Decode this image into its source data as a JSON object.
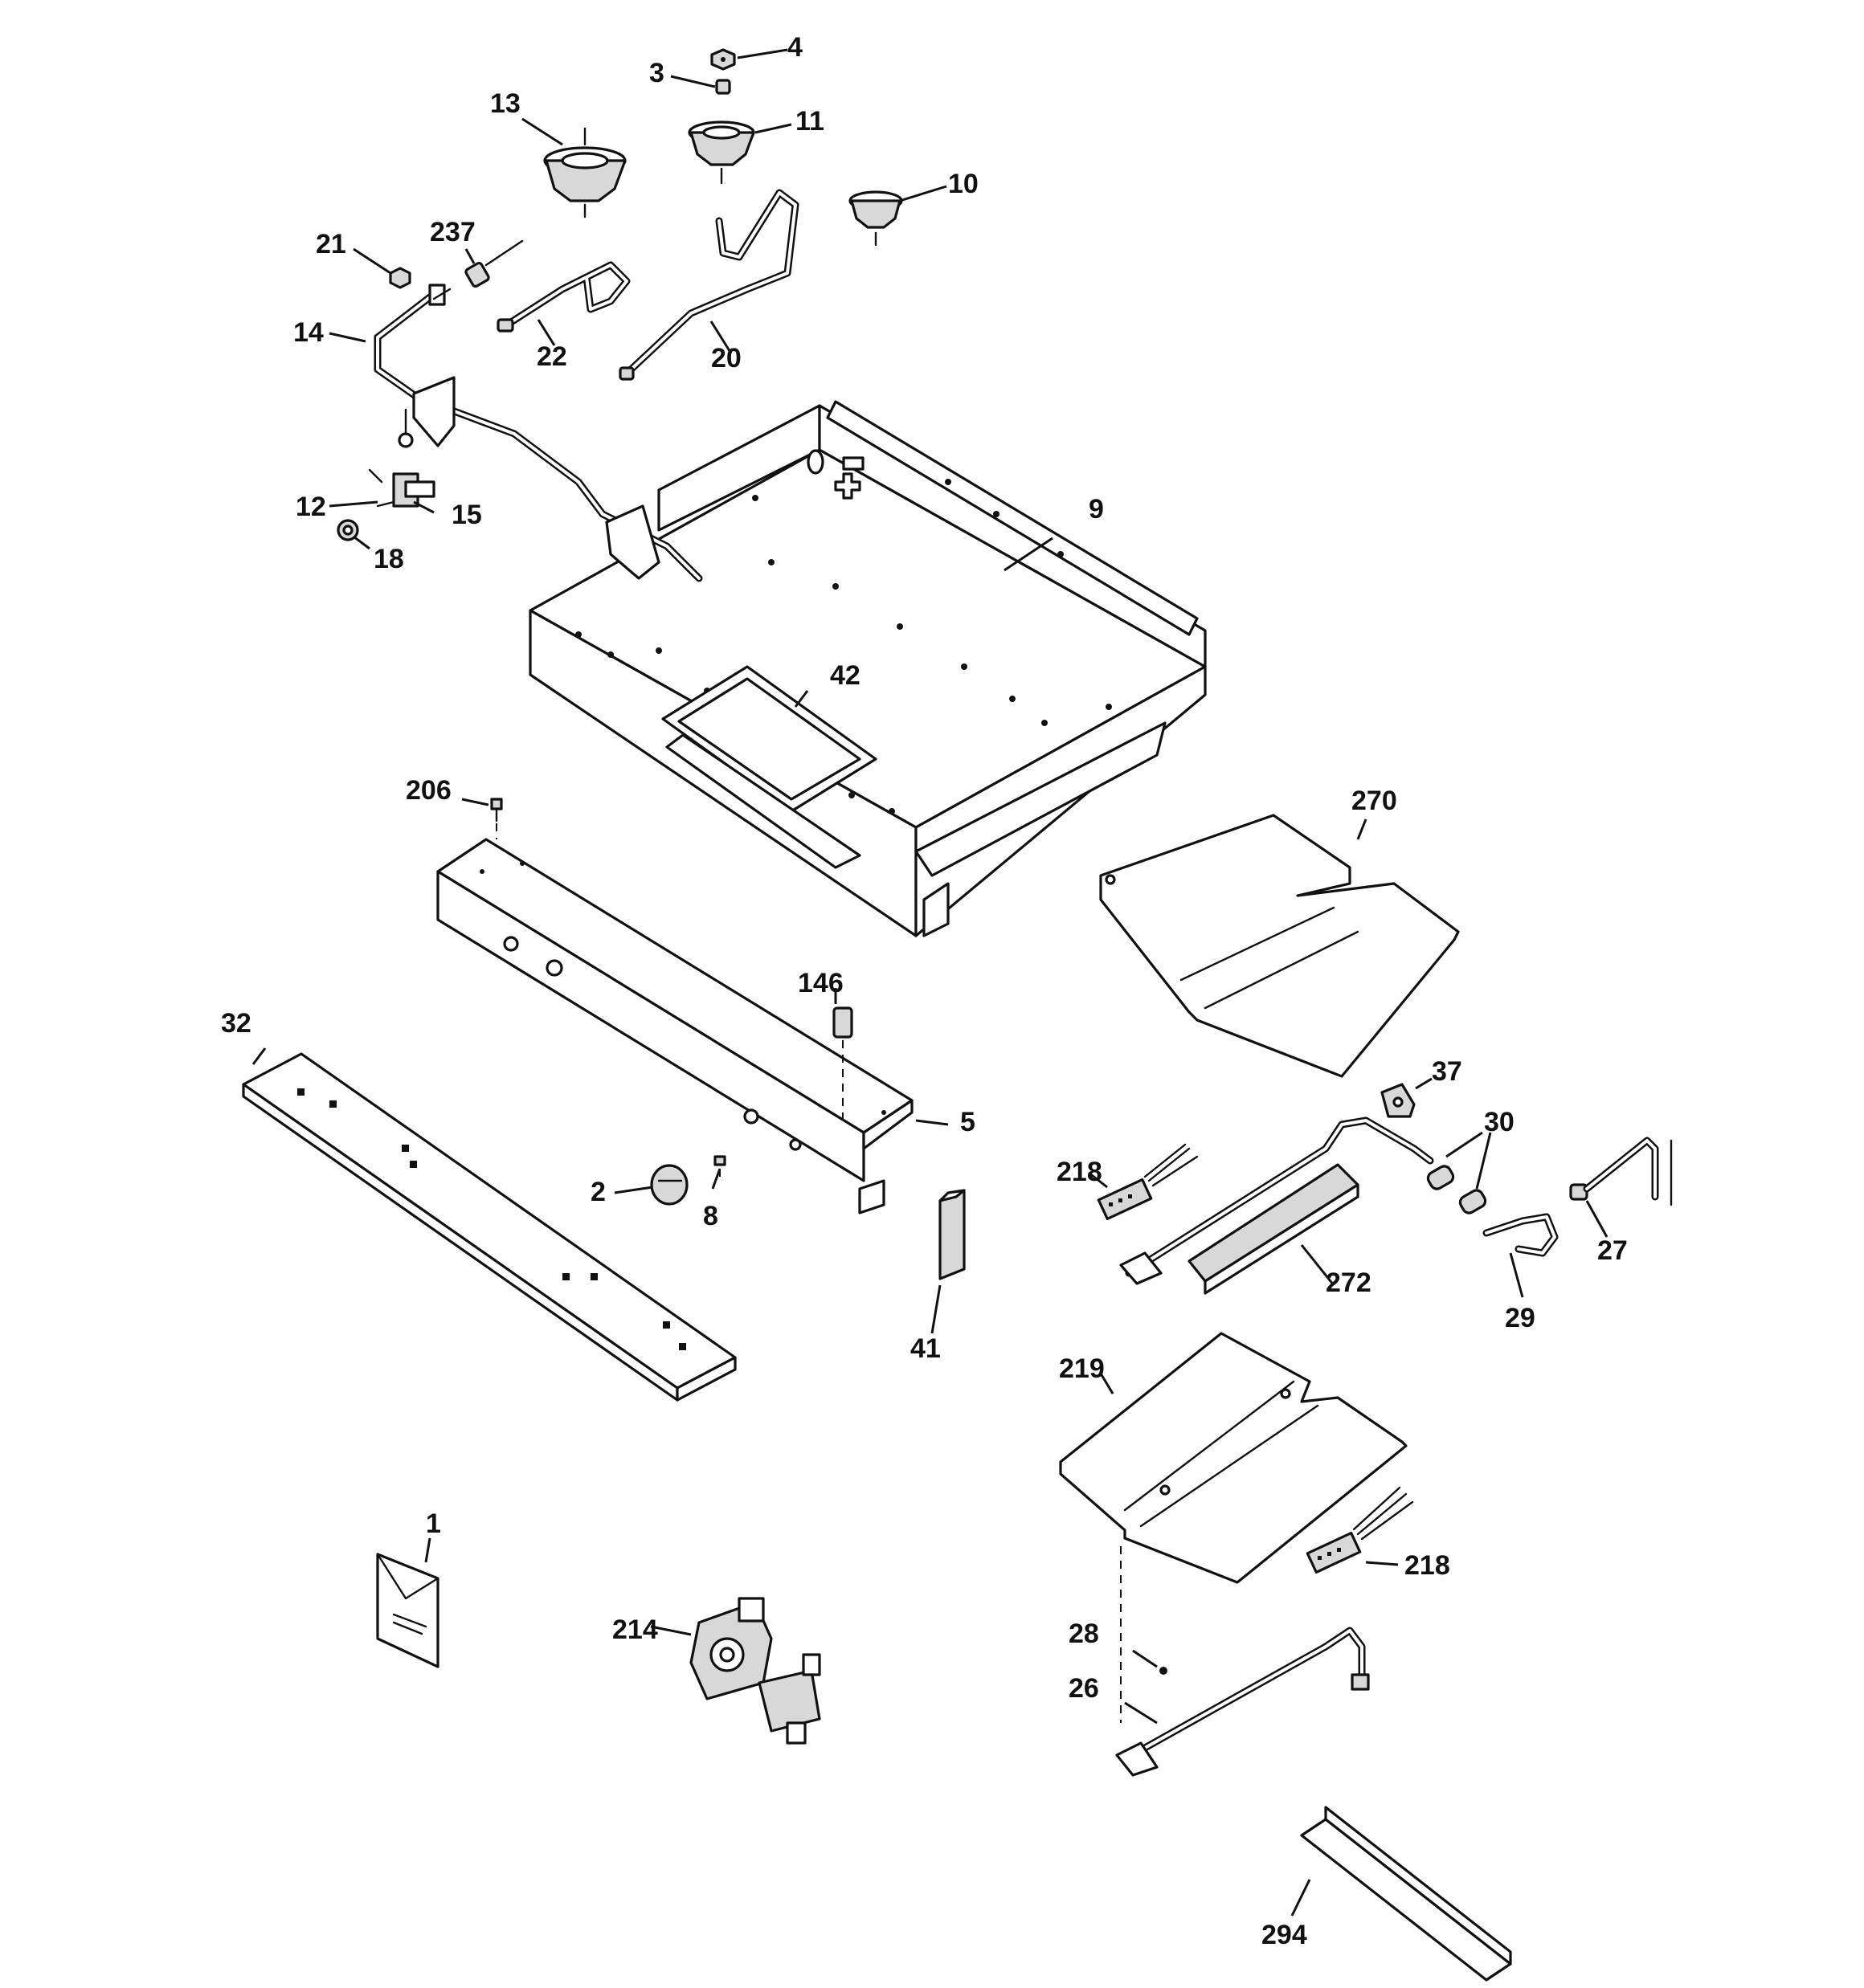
{
  "labels": {
    "p1": "1",
    "p2": "2",
    "p3": "3",
    "p4": "4",
    "p5": "5",
    "p8": "8",
    "p9": "9",
    "p10": "10",
    "p11": "11",
    "p12": "12",
    "p13": "13",
    "p14": "14",
    "p15": "15",
    "p18": "18",
    "p20": "20",
    "p21": "21",
    "p22": "22",
    "p26": "26",
    "p27": "27",
    "p28": "28",
    "p29": "29",
    "p30": "30",
    "p32": "32",
    "p37": "37",
    "p41": "41",
    "p42": "42",
    "p146": "146",
    "p206": "206",
    "p214": "214",
    "p218a": "218",
    "p218b": "218",
    "p219": "219",
    "p237": "237",
    "p270": "270",
    "p272": "272",
    "p294": "294"
  },
  "colors": {
    "line": "#111111",
    "background": "#ffffff",
    "shade": "#d8d8d8"
  }
}
